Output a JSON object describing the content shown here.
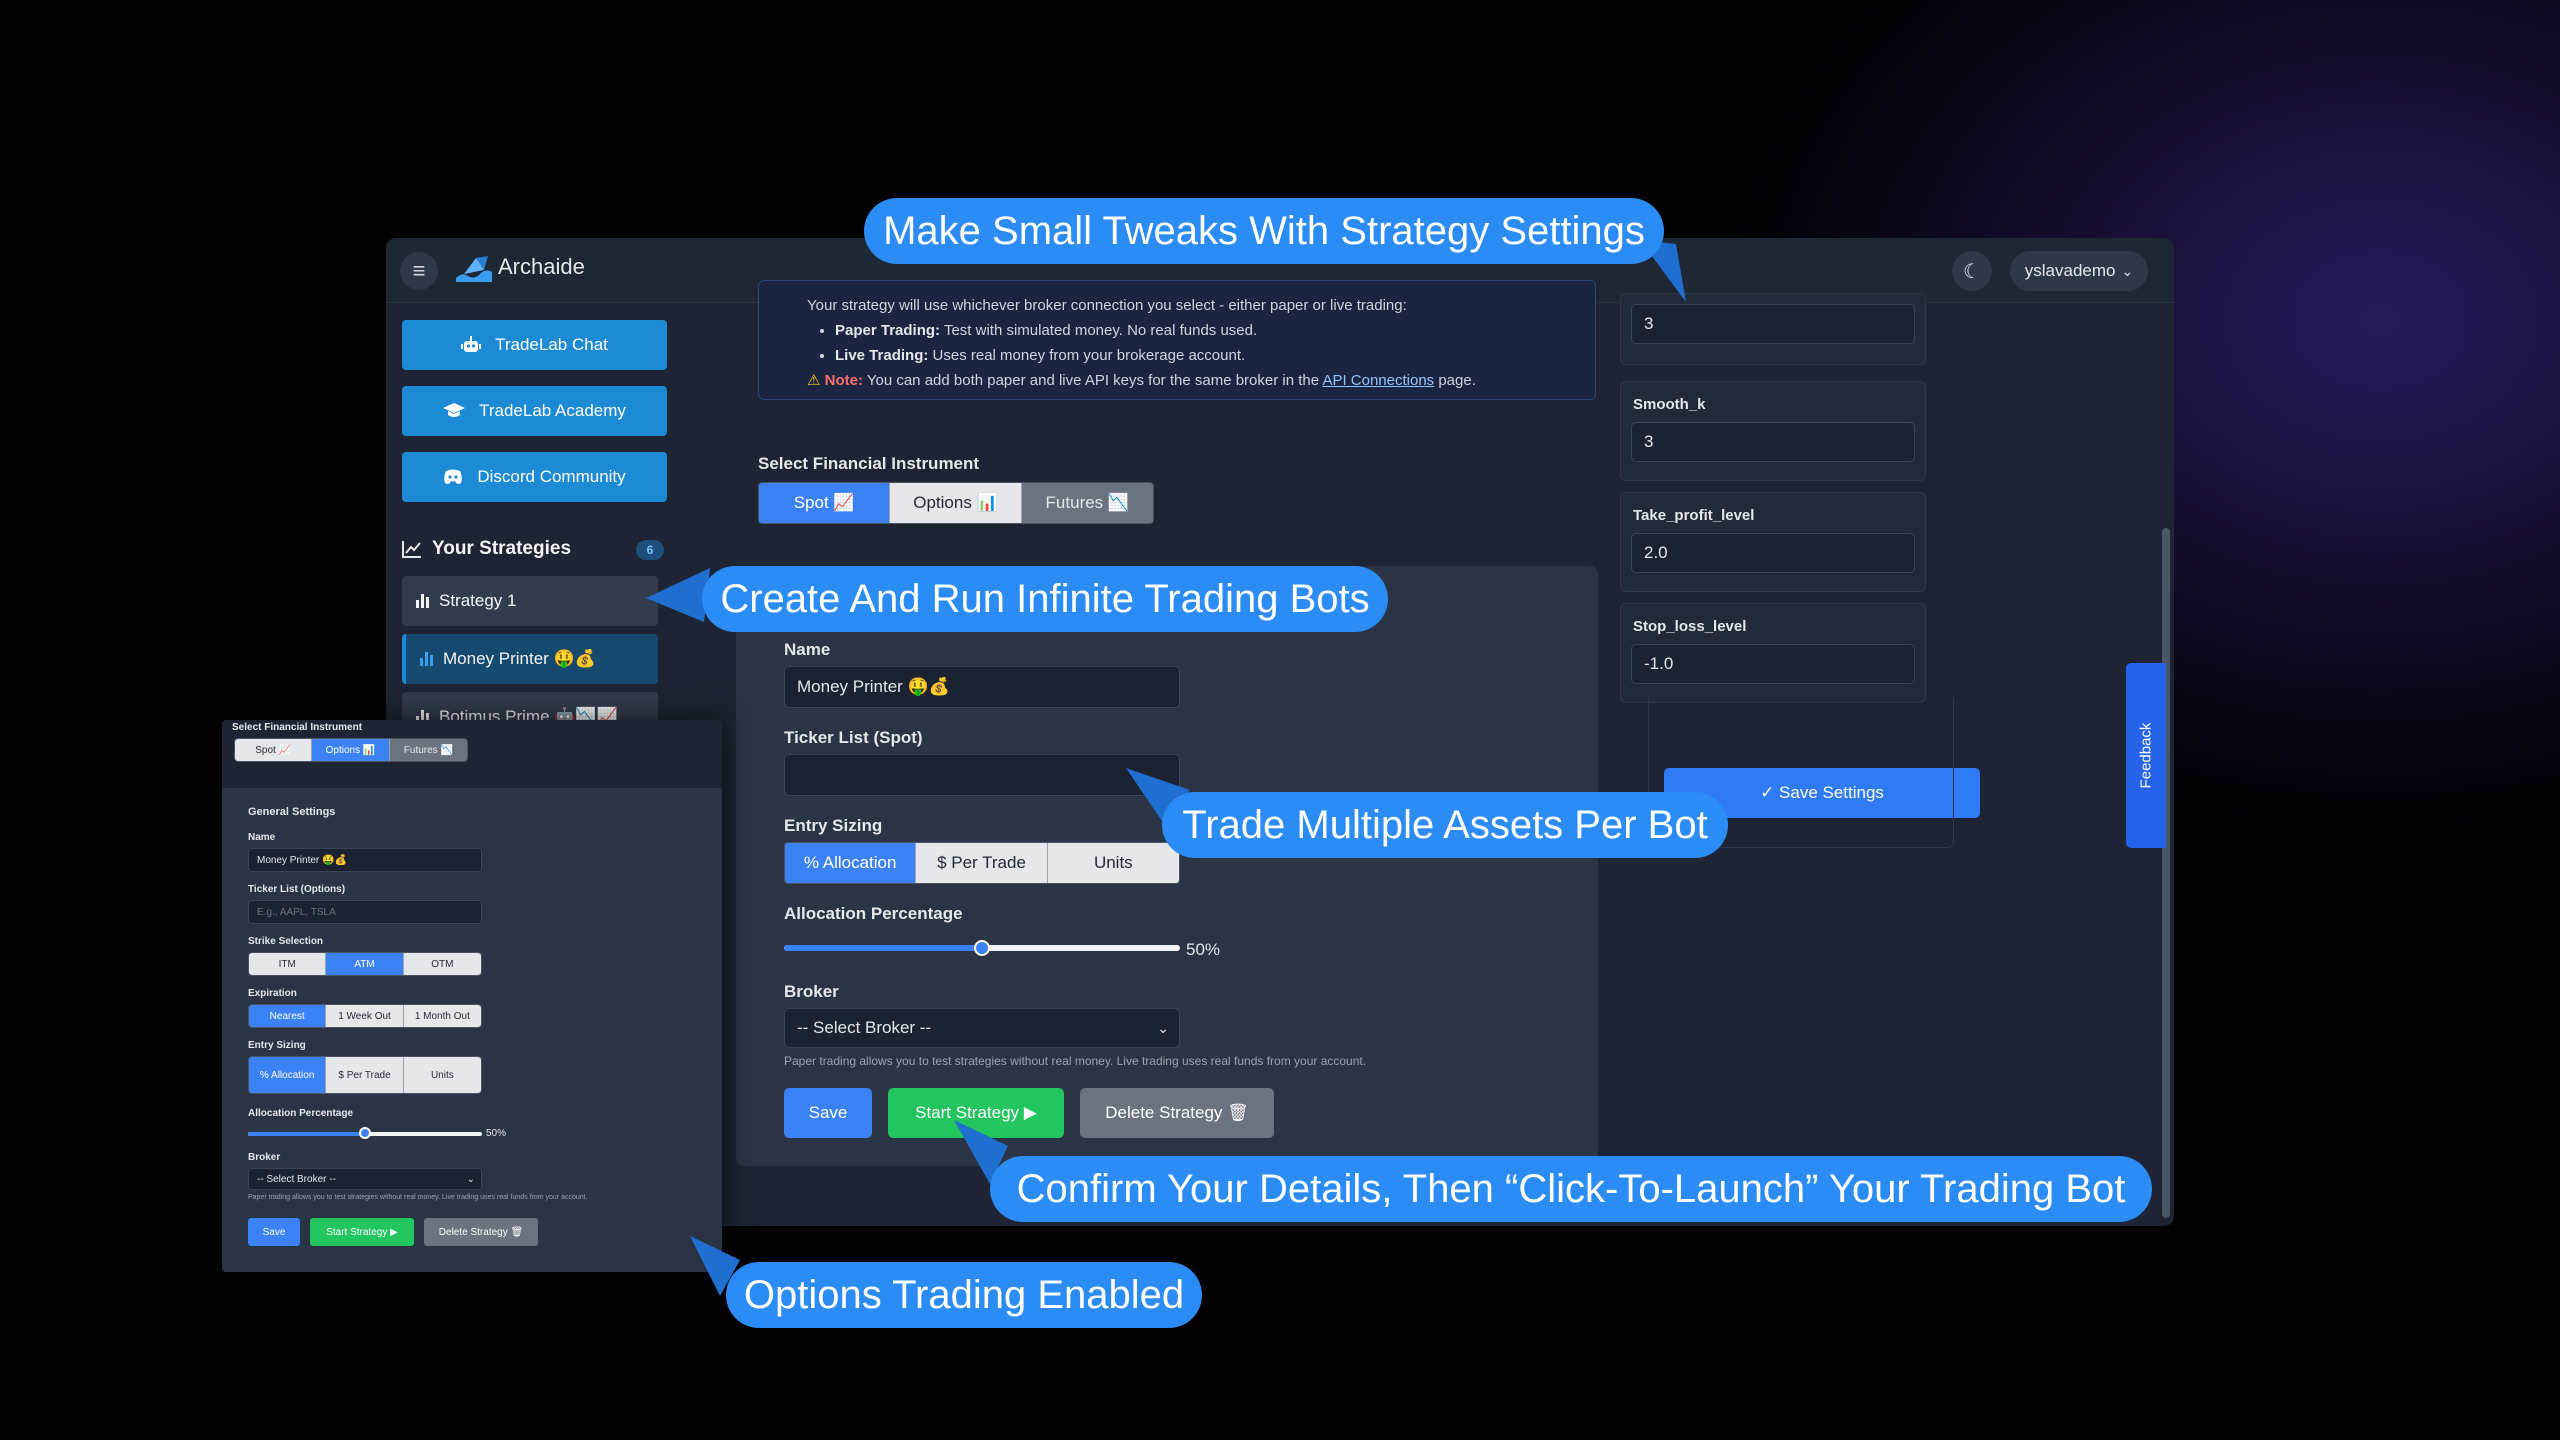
{
  "app": {
    "brand": "Archaide",
    "hamburger": "≡",
    "theme_icon": "☾",
    "user": "yslavademo",
    "chevron": "⌄"
  },
  "sidebar": {
    "buttons": [
      {
        "label": "TradeLab Chat",
        "icon": "robot-icon"
      },
      {
        "label": "TradeLab Academy",
        "icon": "graduation-cap-icon"
      },
      {
        "label": "Discord Community",
        "icon": "discord-icon"
      }
    ],
    "strategies_title": "Your Strategies",
    "strategies_count": "6",
    "strategies": [
      {
        "label": "Strategy 1"
      },
      {
        "label": "Money Printer 🤑💰"
      },
      {
        "label": "Botimus Prime 🤖📉📈"
      }
    ]
  },
  "info": {
    "intro": "Your strategy will use whichever broker connection you select - either paper or live trading:",
    "paper_label": "Paper Trading:",
    "paper_text": "Test with simulated money. No real funds used.",
    "live_label": "Live Trading:",
    "live_text": "Uses real money from your brokerage account.",
    "warn_icon": "⚠",
    "note_label": "Note:",
    "note_text": "You can add both paper and live API keys for the same broker in the",
    "note_link": "API Connections",
    "note_end": "page."
  },
  "instrument": {
    "label": "Select Financial Instrument",
    "options": [
      "Spot 📈",
      "Options 📊",
      "Futures 📉"
    ]
  },
  "form": {
    "name_label": "Name",
    "name_value": "Money Printer 🤑💰",
    "ticker_label": "Ticker List (Spot)",
    "ticker_value": "",
    "sizing_label": "Entry Sizing",
    "sizing_options": [
      "% Allocation",
      "$ Per Trade",
      "Units"
    ],
    "alloc_label": "Allocation Percentage",
    "alloc_value": 50,
    "alloc_text": "50%",
    "broker_label": "Broker",
    "broker_value": "-- Select Broker --",
    "broker_help": "Paper trading allows you to test strategies without real money. Live trading uses real funds from your account.",
    "save": "Save",
    "start": "Start Strategy ▶",
    "delete": "Delete Strategy 🗑"
  },
  "settings": {
    "fields": [
      {
        "label": "",
        "value": "3"
      },
      {
        "label": "Smooth_k",
        "value": "3"
      },
      {
        "label": "Take_profit_level",
        "value": "2.0"
      },
      {
        "label": "Stop_loss_level",
        "value": "-1.0"
      }
    ],
    "save": "✓  Save Settings",
    "feedback": "Feedback"
  },
  "mini": {
    "instrument_label": "Select Financial Instrument",
    "instrument_options": [
      "Spot 📈",
      "Options 📊",
      "Futures 📉"
    ],
    "general_title": "General Settings",
    "name_label": "Name",
    "name_value": "Money Printer 🤑💰",
    "ticker_label": "Ticker List (Options)",
    "ticker_placeholder": "E.g., AAPL, TSLA",
    "strike_label": "Strike Selection",
    "strike_options": [
      "ITM",
      "ATM",
      "OTM"
    ],
    "expiration_label": "Expiration",
    "expiration_options": [
      "Nearest",
      "1 Week Out",
      "1 Month Out"
    ],
    "sizing_label": "Entry Sizing",
    "sizing_options": [
      "% Allocation",
      "$ Per Trade",
      "Units"
    ],
    "alloc_label": "Allocation Percentage",
    "alloc_value": 50,
    "alloc_text": "50%",
    "broker_label": "Broker",
    "broker_value": "-- Select Broker --",
    "broker_help": "Paper trading allows you to test strategies without real money. Live trading uses real funds from your account.",
    "save": "Save",
    "start": "Start Strategy ▶",
    "delete": "Delete Strategy 🗑"
  },
  "callouts": {
    "tweaks": "Make Small Tweaks With Strategy Settings",
    "infinite": "Create And Run Infinite Trading Bots",
    "multi": "Trade Multiple Assets Per Bot",
    "launch": "Confirm Your Details, Then “Click-To-Launch” Your Trading Bot",
    "options": "Options Trading Enabled"
  },
  "colors": {
    "callout": "#2a8cf4",
    "primary": "#3b82f6",
    "sidebar_button": "#1d8ad6",
    "start_green": "#22c55e",
    "background": "#000000"
  }
}
